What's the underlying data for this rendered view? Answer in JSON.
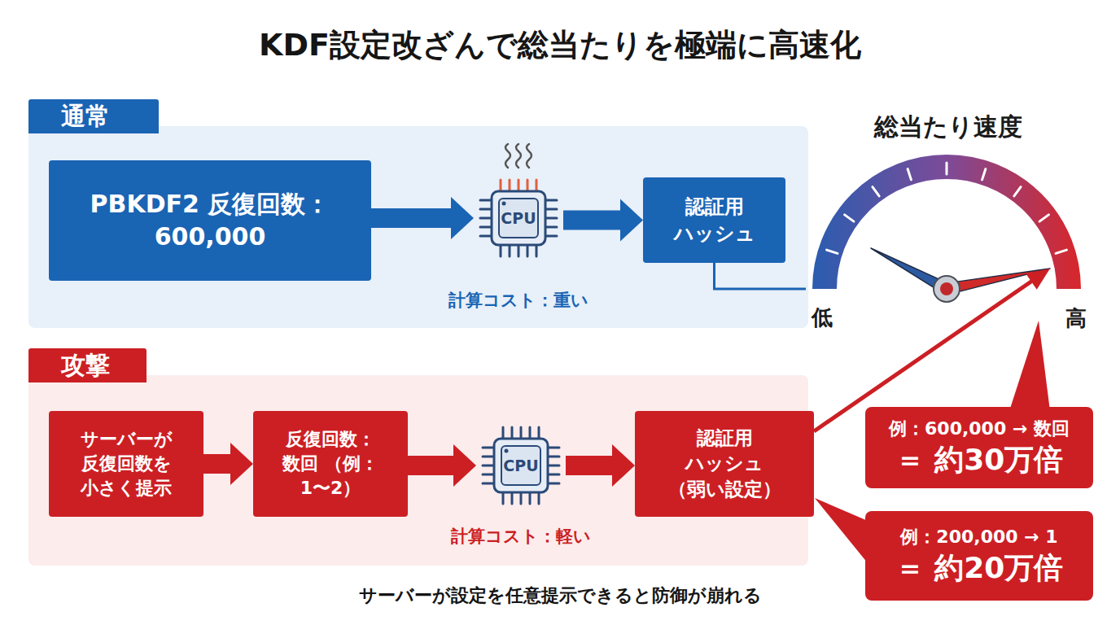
{
  "diagram": {
    "title": "KDF設定改ざんで総当たりを極端に高速化",
    "caption": "サーバーが設定を任意提示できると防御が崩れる",
    "nodes": [
      {
        "text": [
          "通常"
        ]
      },
      {
        "text": [
          "PBKDF2 反復回数：600,000"
        ],
        "in": 0
      },
      {
        "text": [
          "CPU",
          "計算コスト：重い"
        ],
        "in": 0
      },
      {
        "text": [
          "認証用 ハッシュ"
        ],
        "in": 0
      },
      {
        "text": [
          "総当たり速度",
          "低",
          "高"
        ]
      },
      {
        "text": [
          "攻撃"
        ]
      },
      {
        "text": [
          "サーバーが 反復回数を 小さく提示"
        ],
        "in": 5
      },
      {
        "text": [
          "反復回数： 数回 （例：1〜2）"
        ],
        "in": 5
      },
      {
        "text": [
          "CPU",
          "計算コスト：軽い"
        ],
        "in": 5
      },
      {
        "text": [
          "認証用 ハッシュ （弱い設定）"
        ],
        "in": 5
      },
      {
        "text": [
          "例：600,000 → 数回",
          "＝ 約30万倍"
        ]
      },
      {
        "text": [
          "例：200,000 → 1",
          "＝ 約20万倍"
        ]
      }
    ],
    "edges": [
      {
        "from": 1,
        "to": 2,
        "arrow": "to"
      },
      {
        "from": 2,
        "to": 3,
        "arrow": "to"
      },
      {
        "from": 3,
        "to": 4,
        "arrow": "none"
      },
      {
        "from": 6,
        "to": 7,
        "arrow": "to"
      },
      {
        "from": 7,
        "to": 8,
        "arrow": "to"
      },
      {
        "from": 8,
        "to": 9,
        "arrow": "to"
      },
      {
        "from": 9,
        "to": 4,
        "arrow": "to"
      }
    ]
  }
}
